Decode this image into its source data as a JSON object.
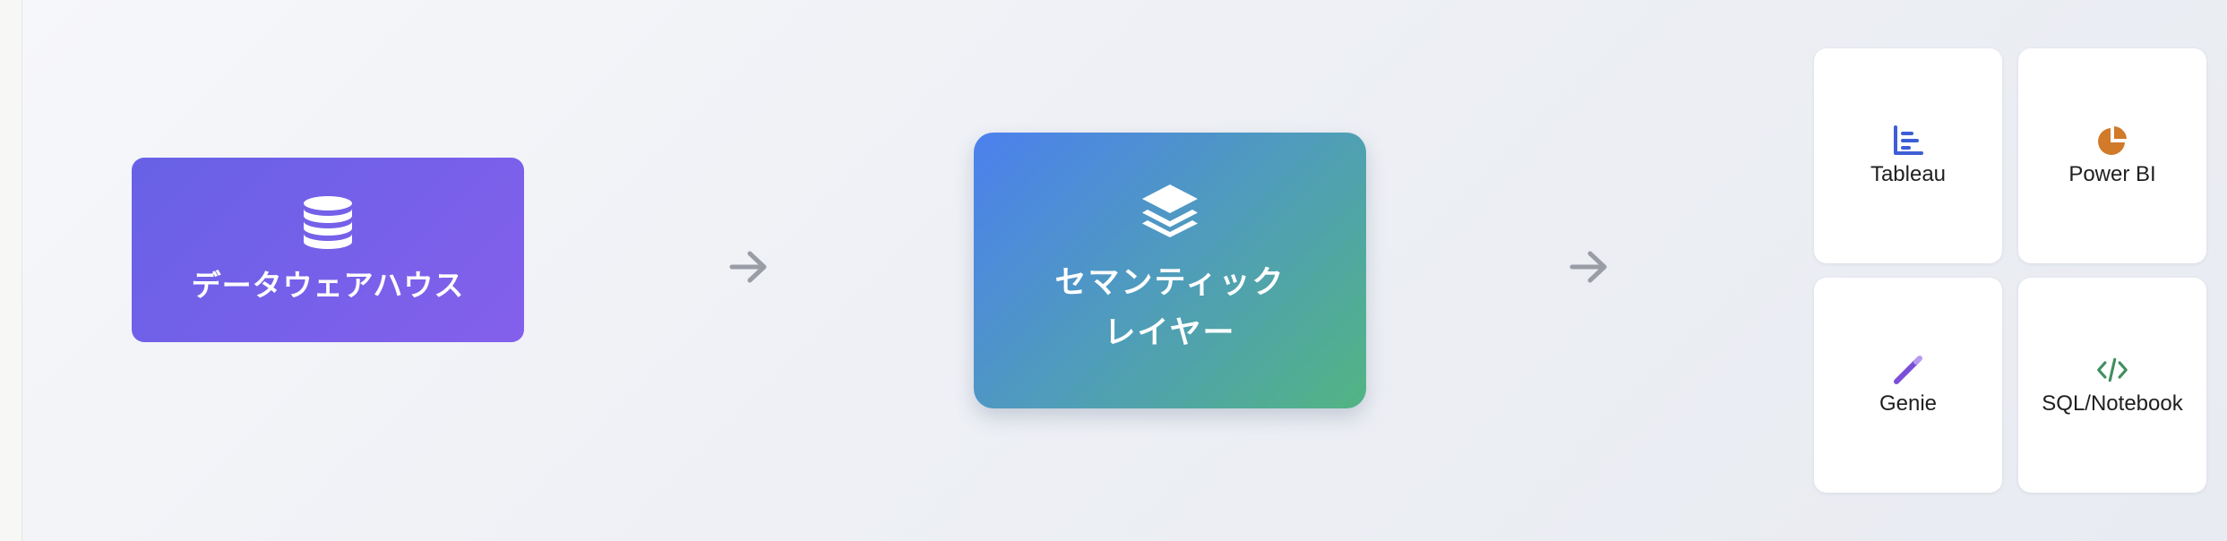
{
  "source": {
    "label": "データウェアハウス",
    "icon": "database-icon"
  },
  "semantic_layer": {
    "line1": "セマンティック",
    "line2": "レイヤー",
    "icon": "layers-icon"
  },
  "arrows": [
    "arrow-right-icon",
    "arrow-right-icon"
  ],
  "consumers": [
    {
      "label": "Tableau",
      "icon": "bar-chart-icon",
      "color": "#3d5ed6"
    },
    {
      "label": "Power BI",
      "icon": "pie-chart-icon",
      "color": "#d07a2a"
    },
    {
      "label": "Genie",
      "icon": "magic-wand-icon",
      "color": "#7a4ed9"
    },
    {
      "label": "SQL/Notebook",
      "icon": "code-icon",
      "color": "#3f8f5e"
    }
  ],
  "colors": {
    "warehouse_gradient": [
      "#6761e6",
      "#8460ec"
    ],
    "semantic_gradient": [
      "#4c80ee",
      "#52b483"
    ],
    "arrow": "#9a9ca6"
  }
}
